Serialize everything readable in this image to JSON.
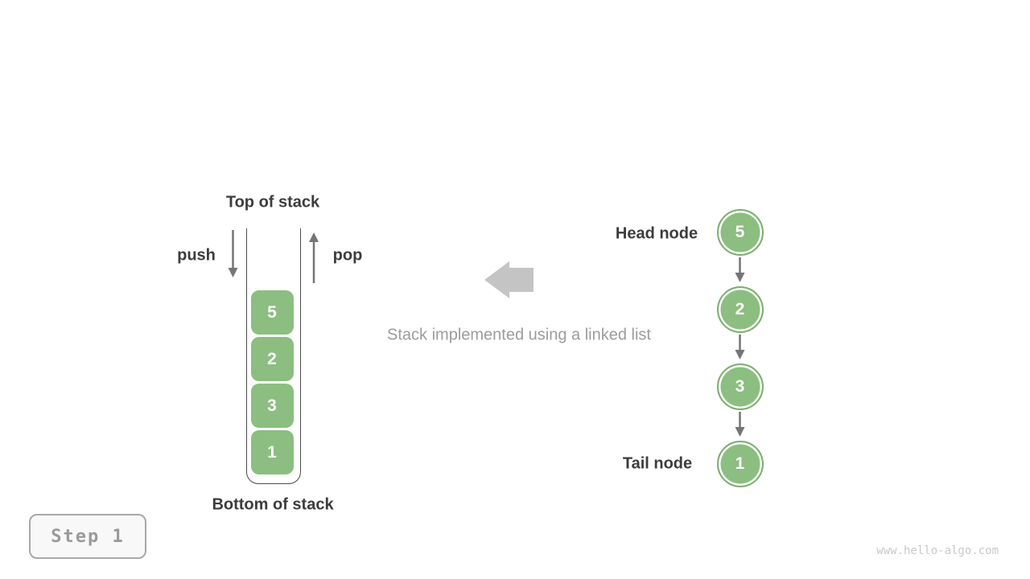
{
  "stack": {
    "top_label": "Top of stack",
    "bottom_label": "Bottom of stack",
    "push_label": "push",
    "pop_label": "pop",
    "items": [
      "5",
      "2",
      "3",
      "1"
    ]
  },
  "center": {
    "caption": "Stack implemented using a linked list",
    "arrow_icon": "left-block-arrow"
  },
  "linked_list": {
    "head_label": "Head node",
    "tail_label": "Tail node",
    "nodes": [
      "5",
      "2",
      "3",
      "1"
    ]
  },
  "footer": {
    "step_label": "Step 1",
    "watermark": "www.hello-algo.com"
  },
  "colors": {
    "node_green": "#8bbe80",
    "node_ring_green": "#7bb06e",
    "flow_arrow_gray": "#757575",
    "block_arrow_gray": "#c4c4c4",
    "text_dark": "#3c3c3c",
    "text_gray": "#9c9c9c",
    "badge_text_gray": "#9a9a9a",
    "watermark_gray": "#c9c9c9"
  }
}
